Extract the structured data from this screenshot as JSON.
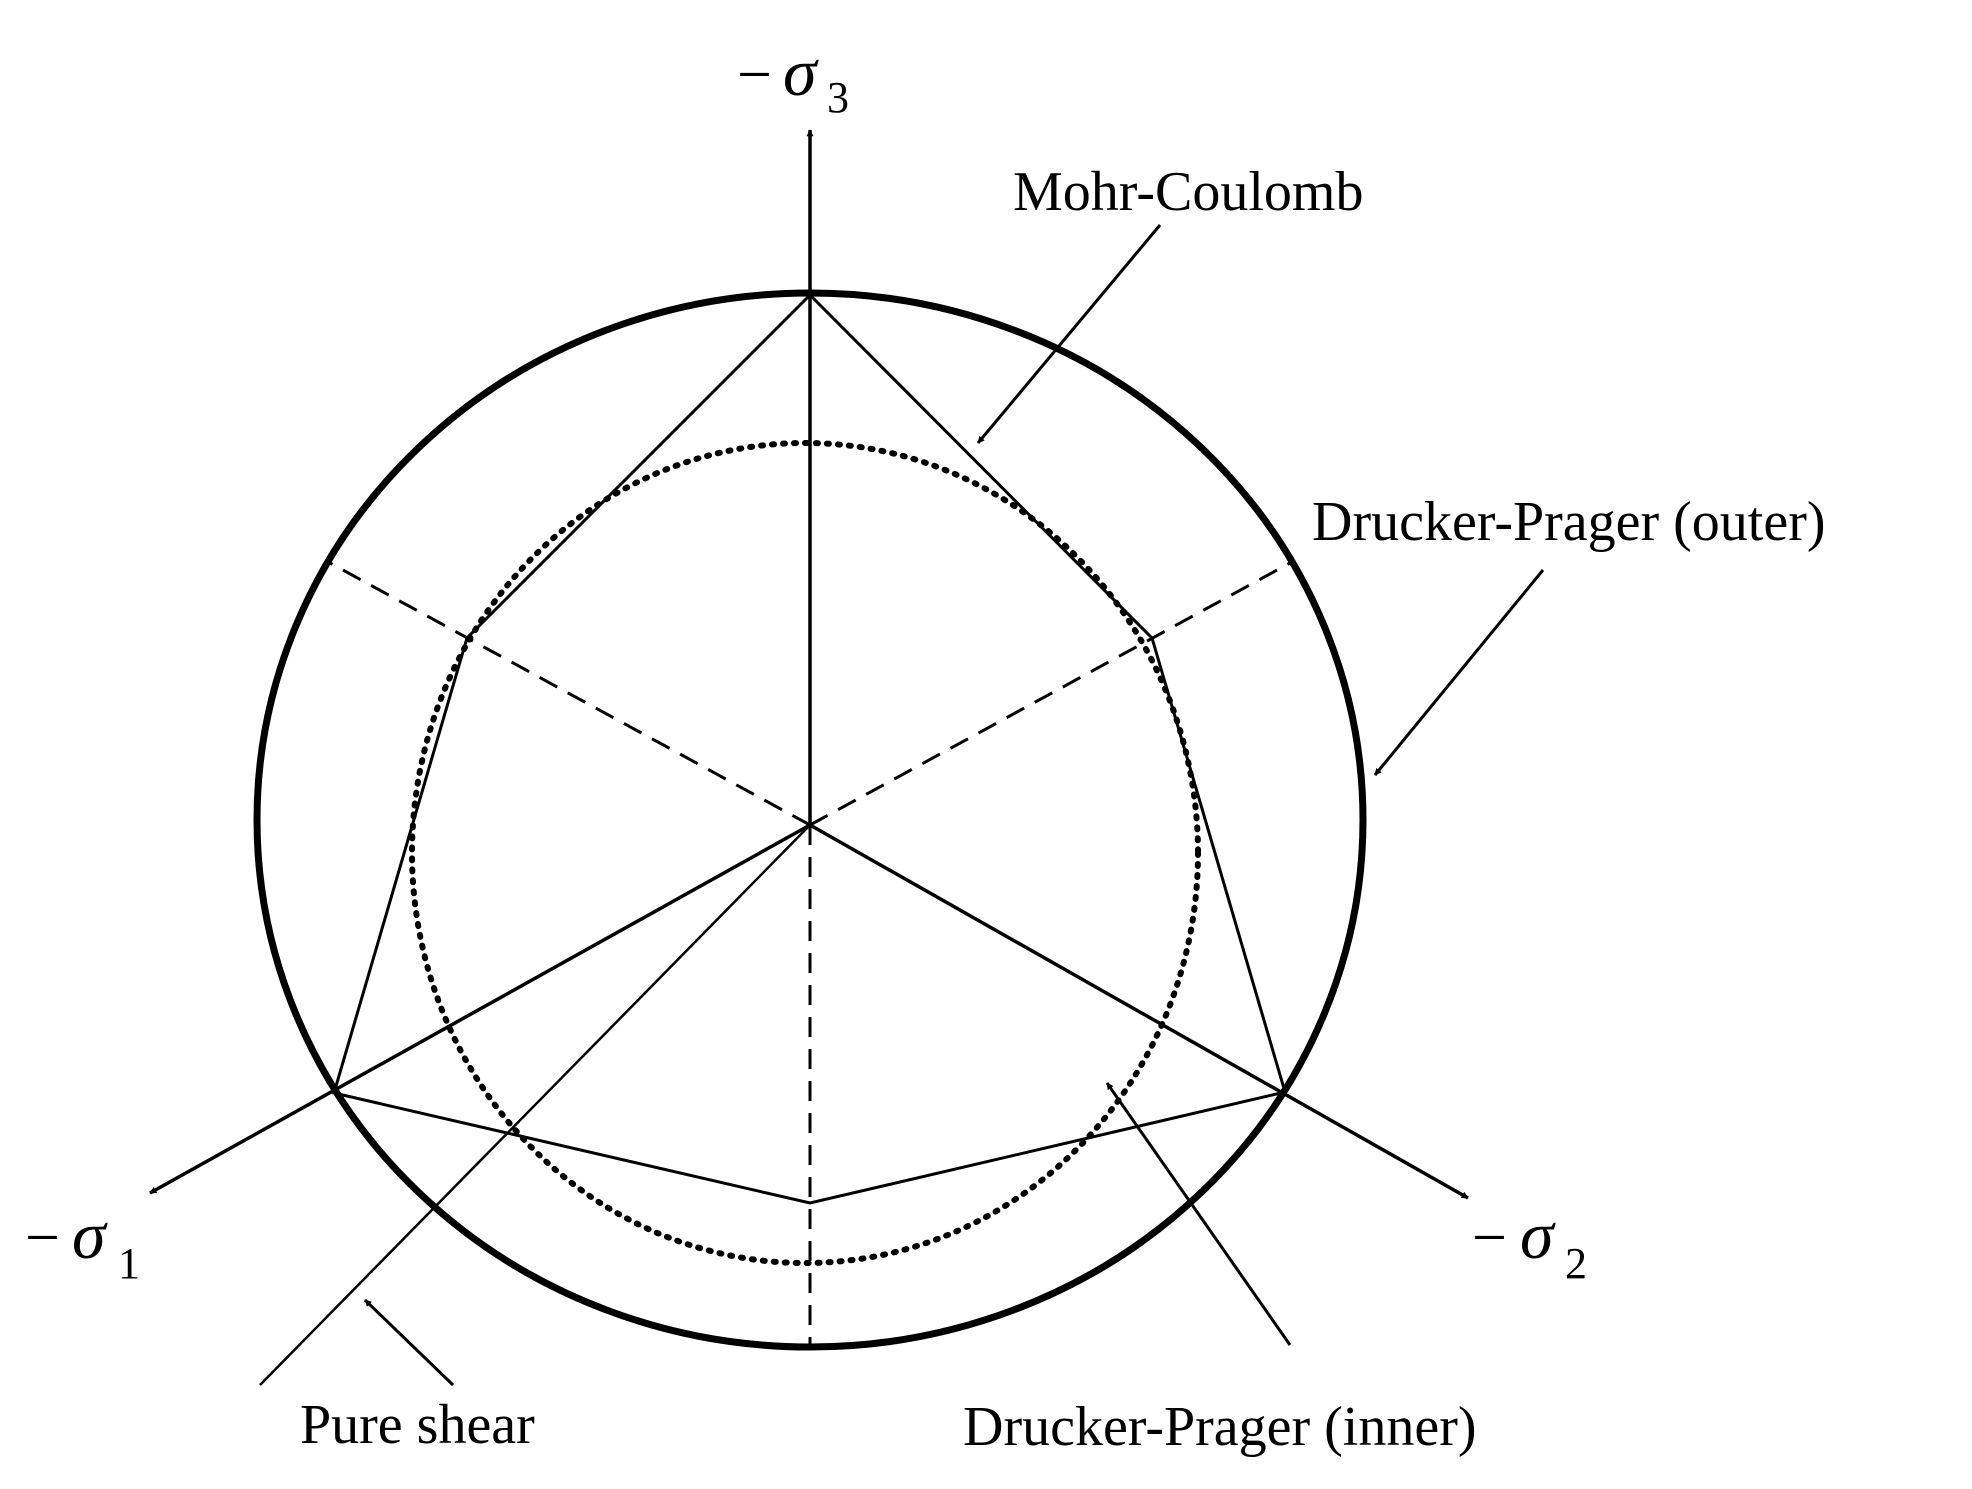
{
  "labels": {
    "mohr_coulomb": "Mohr-Coulomb",
    "dp_outer": "Drucker-Prager (outer)",
    "dp_inner": "Drucker-Prager (inner)",
    "pure_shear": "Pure shear"
  },
  "axes": {
    "sigma3": {
      "minus": "−",
      "symbol": "σ",
      "sub": "3"
    },
    "sigma1": {
      "minus": "−",
      "symbol": "σ",
      "sub": "1"
    },
    "sigma2": {
      "minus": "−",
      "symbol": "σ",
      "sub": "2"
    }
  }
}
